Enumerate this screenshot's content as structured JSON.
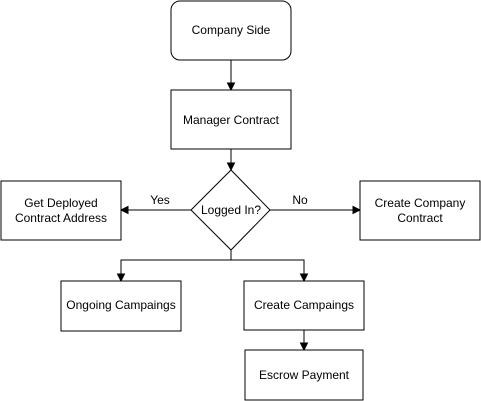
{
  "nodes": {
    "company_side": "Company Side",
    "manager_contract": "Manager Contract",
    "logged_in": "Logged In?",
    "get_deployed": [
      "Get Deployed",
      "Contract Address"
    ],
    "create_company": [
      "Create Company",
      "Contract"
    ],
    "ongoing": "Ongoing Campaings",
    "create_campaings": "Create Campaings",
    "escrow": "Escrow Payment"
  },
  "edges": {
    "yes_label": "Yes",
    "no_label": "No"
  }
}
